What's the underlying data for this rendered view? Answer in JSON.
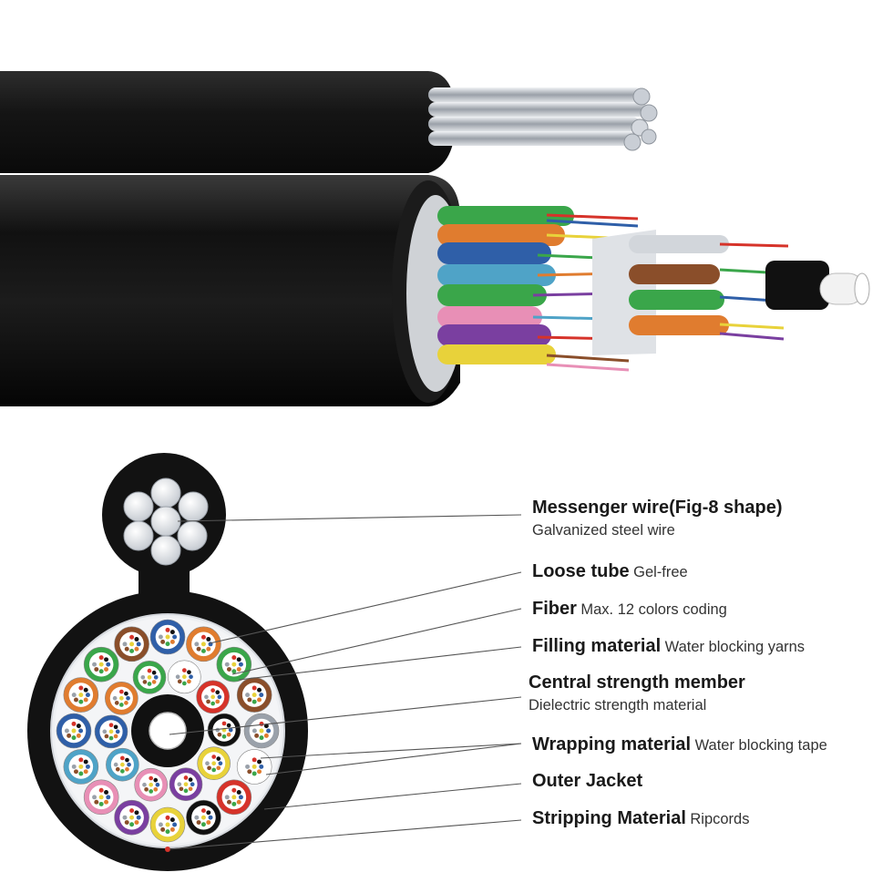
{
  "labels": [
    {
      "id": "messenger",
      "title": "Messenger wire(Fig-8 shape)",
      "sub": "Galvanized steel wire"
    },
    {
      "id": "loose-tube",
      "title": "Loose tube",
      "sub": "Gel-free"
    },
    {
      "id": "fiber",
      "title": "Fiber",
      "sub": "Max. 12 colors coding"
    },
    {
      "id": "filling",
      "title": "Filling material",
      "sub": "Water blocking yarns"
    },
    {
      "id": "csm",
      "title": "Central strength member",
      "sub": "Dielectric strength material"
    },
    {
      "id": "wrapping",
      "title": "Wrapping material",
      "sub": "Water blocking tape"
    },
    {
      "id": "jacket",
      "title": "Outer Jacket",
      "sub": ""
    },
    {
      "id": "ripcord",
      "title": "Stripping Material",
      "sub": "Ripcords"
    }
  ],
  "colors": {
    "jacket": "#121212",
    "steel": "#d9dde3",
    "filling": "#eef0f3",
    "ripcord": "#d6332a",
    "tube_palette": [
      "#2f5fa8",
      "#e07c2f",
      "#3aa64a",
      "#8a4e2a",
      "#9aa1aa",
      "#ffffff",
      "#d6332a",
      "#111111",
      "#e8d23a",
      "#7a3fa0",
      "#e88fb6",
      "#4fa3c7"
    ]
  }
}
